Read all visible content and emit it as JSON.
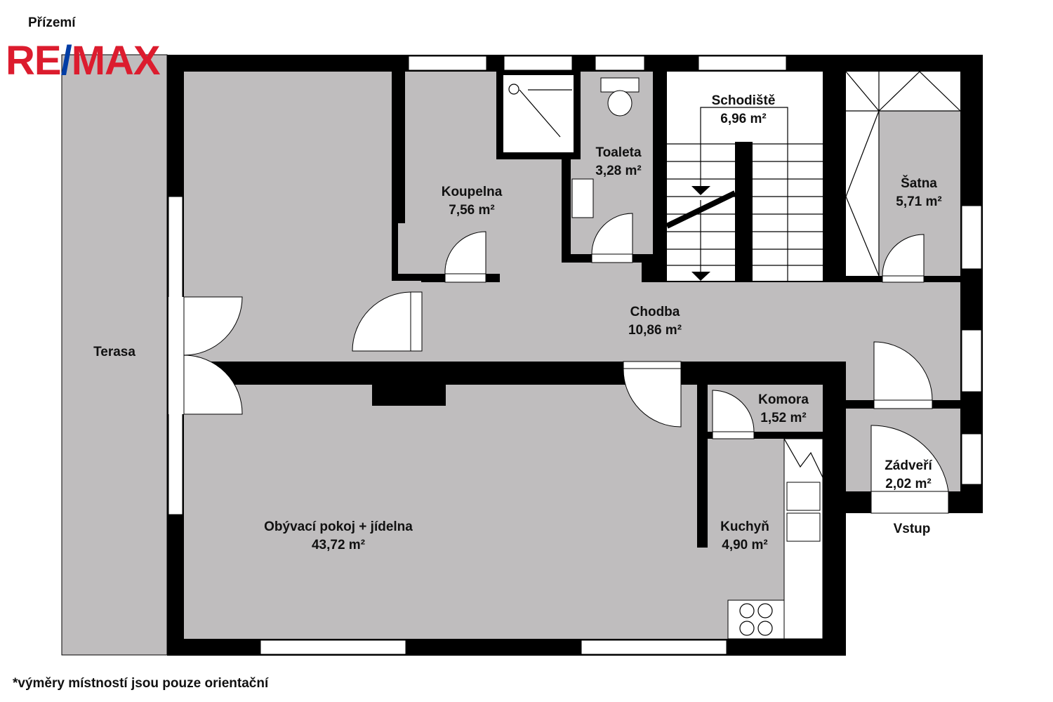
{
  "floor_title": "Přízemí",
  "logo": {
    "part1": "RE",
    "slash": "/",
    "part2": "MAX"
  },
  "footnote": "*výměry místností jsou pouze orientační",
  "colors": {
    "floor": "#bfbdbe",
    "wall": "#000000",
    "logo_red": "#dc1c2e",
    "logo_blue": "#003da5"
  },
  "rooms": {
    "terasa": {
      "name": "Terasa"
    },
    "obyvaci": {
      "name": "Obývací pokoj + jídelna",
      "area": "43,72 m²"
    },
    "koupelna": {
      "name": "Koupelna",
      "area": "7,56 m²"
    },
    "toaleta": {
      "name": "Toaleta",
      "area": "3,28 m²"
    },
    "schodiste": {
      "name": "Schodiště",
      "area": "6,96 m²"
    },
    "satna": {
      "name": "Šatna",
      "area": "5,71 m²"
    },
    "chodba": {
      "name": "Chodba",
      "area": "10,86 m²"
    },
    "komora": {
      "name": "Komora",
      "area": "1,52 m²"
    },
    "kuchyn": {
      "name": "Kuchyň",
      "area": "4,90 m²"
    },
    "zadveri": {
      "name": "Zádveří",
      "area": "2,02 m²"
    }
  },
  "entrance_label": "Vstup"
}
